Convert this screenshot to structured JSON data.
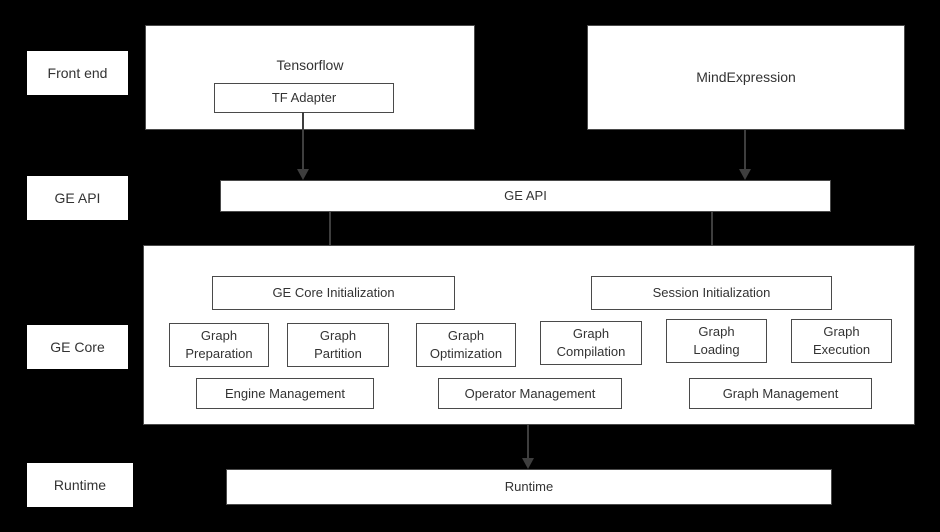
{
  "diagram": {
    "side_labels": {
      "front_end": "Front end",
      "ge_api": "GE API",
      "ge_core": "GE Core",
      "runtime": "Runtime"
    },
    "front_end": {
      "tensorflow": "Tensorflow",
      "tf_adapter": "TF Adapter",
      "mind_expression": "MindExpression"
    },
    "api": {
      "label": "GE API"
    },
    "core": {
      "init": {
        "ge_core_initialization": "GE Core Initialization",
        "session_initialization": "Session Initialization"
      },
      "stages": {
        "preparation": "Graph Preparation",
        "partition": "Graph Partition",
        "optimization": "Graph Optimization",
        "compilation": "Graph Compilation",
        "loading": "Graph Loading",
        "execution": "Graph Execution"
      },
      "managers": {
        "engine": "Engine Management",
        "operator": "Operator Management",
        "graph": "Graph Management"
      }
    },
    "runtime": {
      "label": "Runtime"
    }
  },
  "colors": {
    "background": "#000000",
    "box_fill": "#ffffff",
    "box_border": "#4a4a4a",
    "text": "#333333",
    "arrow": "#3e3e3e"
  }
}
